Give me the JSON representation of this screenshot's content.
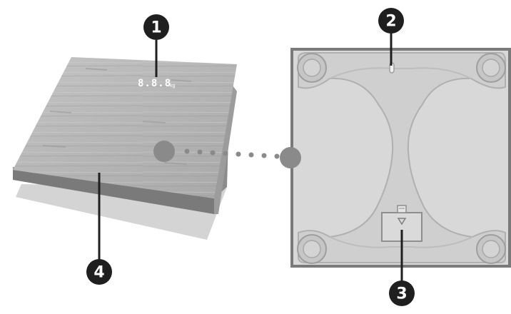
{
  "callouts": {
    "c1": "1",
    "c2": "2",
    "c3": "3",
    "c4": "4"
  },
  "scale_display": {
    "reading": "8.8.8",
    "unit": "kg"
  },
  "colors": {
    "callout_fill": "#1f1f1f",
    "connector_dots": "#8a8a8a",
    "wood_light": "#b9b9b9",
    "wood_dark": "#9a9a9a",
    "bottom_frame": "#7a7a7a",
    "bottom_fill": "#d6d6d6"
  },
  "icons": [
    "battery-cover-icon",
    "arrow-down-icon"
  ]
}
